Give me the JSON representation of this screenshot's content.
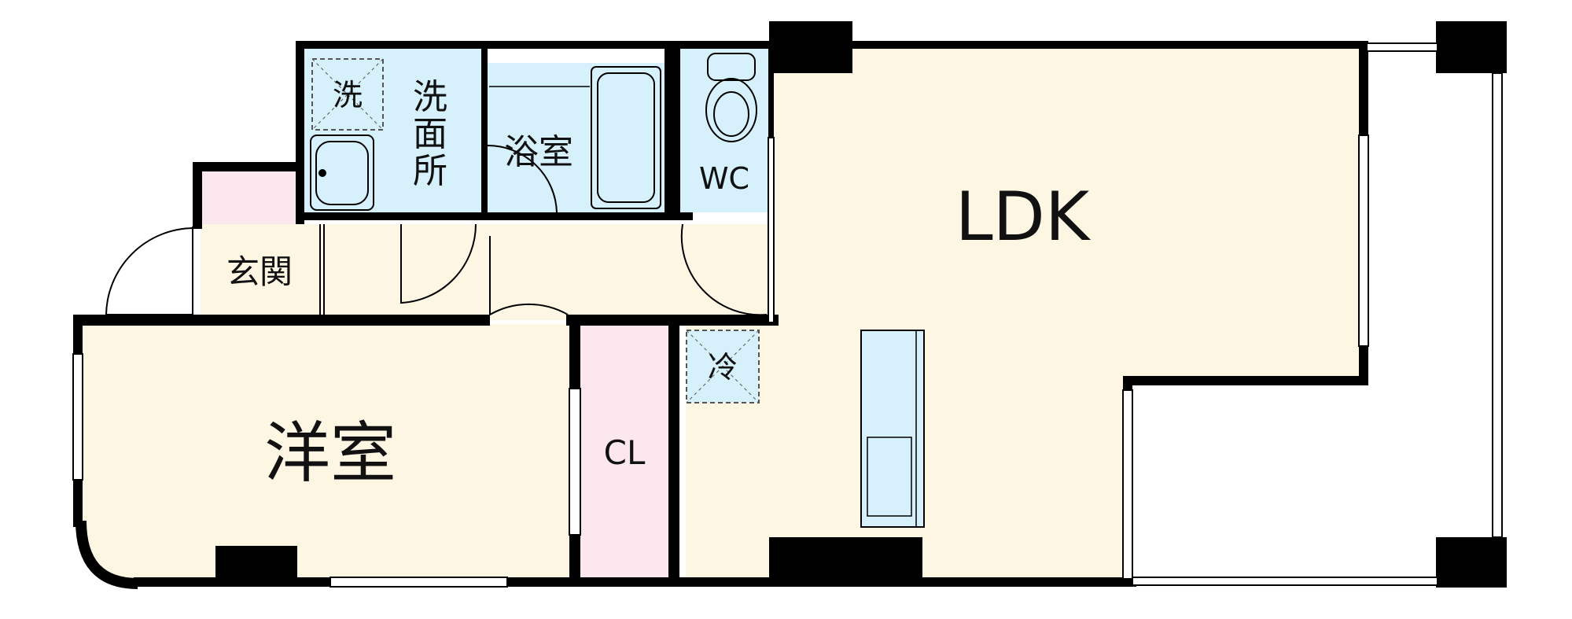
{
  "rooms": {
    "ldk": "LDK",
    "western_room": "洋室",
    "closet": "CL",
    "entrance": "玄関",
    "washroom_line1": "洗",
    "washroom_line2": "面",
    "washroom_line3": "所",
    "bathroom": "浴室",
    "toilet": "WC"
  },
  "symbols": {
    "washer_space": "洗",
    "fridge_space": "冷"
  },
  "colors": {
    "living_floor": "#fdf6e3",
    "wet_area": "#d6f1fb",
    "closet_area": "#fce7ef",
    "wall": "#000000"
  }
}
